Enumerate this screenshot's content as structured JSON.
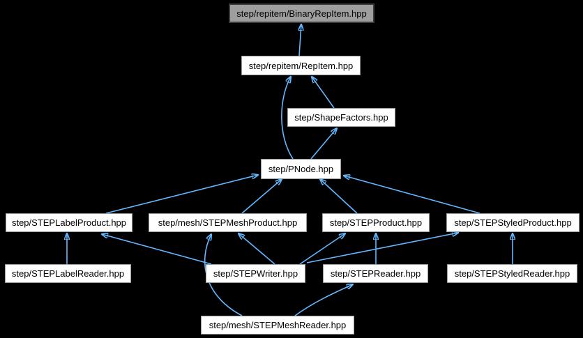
{
  "diagram": {
    "type": "include-dependency-graph",
    "colors": {
      "bg": "#000000",
      "edge": "#63b8ff",
      "node-fill": "#ffffff",
      "node-border": "#9a9a9a",
      "root-fill": "#9e9e9e",
      "root-border": "#3c3c3c",
      "text": "#000000"
    },
    "nodes": {
      "binary_repitem": {
        "label": "step/repitem/BinaryRepItem.hpp"
      },
      "repitem": {
        "label": "step/repitem/RepItem.hpp"
      },
      "shape_factors": {
        "label": "step/ShapeFactors.hpp"
      },
      "pnode": {
        "label": "step/PNode.hpp"
      },
      "label_product": {
        "label": "step/STEPLabelProduct.hpp"
      },
      "mesh_product": {
        "label": "step/mesh/STEPMeshProduct.hpp"
      },
      "product": {
        "label": "step/STEPProduct.hpp"
      },
      "styled_product": {
        "label": "step/STEPStyledProduct.hpp"
      },
      "label_reader": {
        "label": "step/STEPLabelReader.hpp"
      },
      "writer": {
        "label": "step/STEPWriter.hpp"
      },
      "reader": {
        "label": "step/STEPReader.hpp"
      },
      "styled_reader": {
        "label": "step/STEPStyledReader.hpp"
      },
      "mesh_reader": {
        "label": "step/mesh/STEPMeshReader.hpp"
      }
    },
    "edges": [
      {
        "from": "step/repitem/RepItem.hpp",
        "to": "step/repitem/BinaryRepItem.hpp"
      },
      {
        "from": "step/ShapeFactors.hpp",
        "to": "step/repitem/RepItem.hpp"
      },
      {
        "from": "step/PNode.hpp",
        "to": "step/repitem/RepItem.hpp"
      },
      {
        "from": "step/PNode.hpp",
        "to": "step/ShapeFactors.hpp"
      },
      {
        "from": "step/STEPLabelProduct.hpp",
        "to": "step/PNode.hpp"
      },
      {
        "from": "step/mesh/STEPMeshProduct.hpp",
        "to": "step/PNode.hpp"
      },
      {
        "from": "step/STEPProduct.hpp",
        "to": "step/PNode.hpp"
      },
      {
        "from": "step/STEPStyledProduct.hpp",
        "to": "step/PNode.hpp"
      },
      {
        "from": "step/STEPLabelReader.hpp",
        "to": "step/STEPLabelProduct.hpp"
      },
      {
        "from": "step/STEPWriter.hpp",
        "to": "step/STEPLabelProduct.hpp"
      },
      {
        "from": "step/STEPWriter.hpp",
        "to": "step/mesh/STEPMeshProduct.hpp"
      },
      {
        "from": "step/STEPWriter.hpp",
        "to": "step/STEPProduct.hpp"
      },
      {
        "from": "step/STEPWriter.hpp",
        "to": "step/STEPStyledProduct.hpp"
      },
      {
        "from": "step/STEPReader.hpp",
        "to": "step/STEPProduct.hpp"
      },
      {
        "from": "step/STEPStyledReader.hpp",
        "to": "step/STEPStyledProduct.hpp"
      },
      {
        "from": "step/mesh/STEPMeshReader.hpp",
        "to": "step/mesh/STEPMeshProduct.hpp"
      },
      {
        "from": "step/mesh/STEPMeshReader.hpp",
        "to": "step/STEPReader.hpp"
      }
    ]
  }
}
